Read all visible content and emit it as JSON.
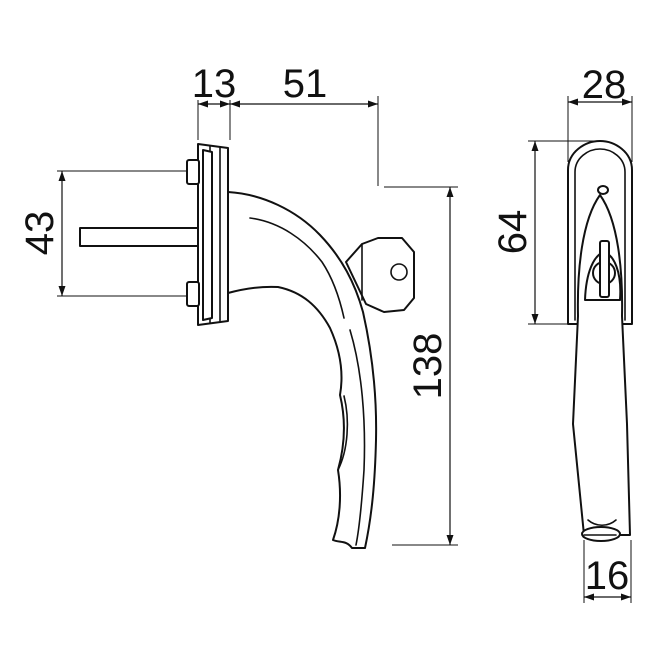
{
  "figure": {
    "dimensions": [
      {
        "id": "rosette_depth",
        "label": "13"
      },
      {
        "id": "handle_projection",
        "label": "51"
      },
      {
        "id": "rosette_width",
        "label": "28"
      },
      {
        "id": "spindle_spacing",
        "label": "43"
      },
      {
        "id": "rosette_height",
        "label": "64"
      },
      {
        "id": "handle_length",
        "label": "138"
      },
      {
        "id": "grip_width",
        "label": "16"
      }
    ]
  }
}
